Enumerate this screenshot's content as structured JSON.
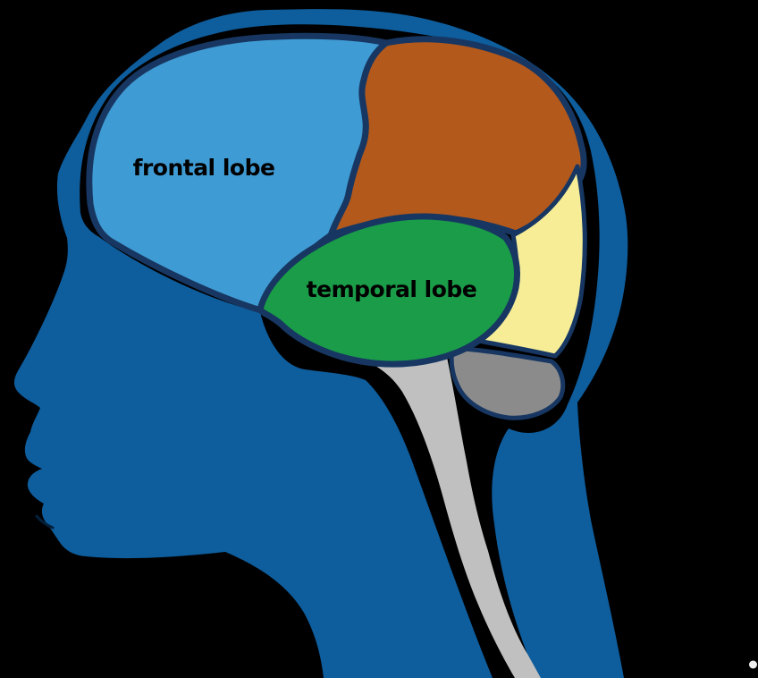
{
  "figure": {
    "kind": "hand-drawn anatomy diagram",
    "subject": "human head profile with brain lobes"
  },
  "colors": {
    "background": "#000000",
    "head_silhouette": "#0e5d9d",
    "skull_outline": "#000000",
    "lobe_border": "#173762",
    "label_text": "#000000",
    "stray_dot": "#f0f0f0"
  },
  "regions": [
    {
      "id": "frontal-lobe",
      "label": "frontal lobe",
      "color": "#3f9bd3"
    },
    {
      "id": "parietal-lobe",
      "color": "#b4591c"
    },
    {
      "id": "temporal-lobe",
      "label": "temporal lobe",
      "color": "#1a9c48"
    },
    {
      "id": "occipital-lobe",
      "color": "#f6ed96"
    },
    {
      "id": "cerebellum",
      "color": "#8b8b8b"
    },
    {
      "id": "brainstem",
      "color": "#c0c0c0"
    }
  ]
}
